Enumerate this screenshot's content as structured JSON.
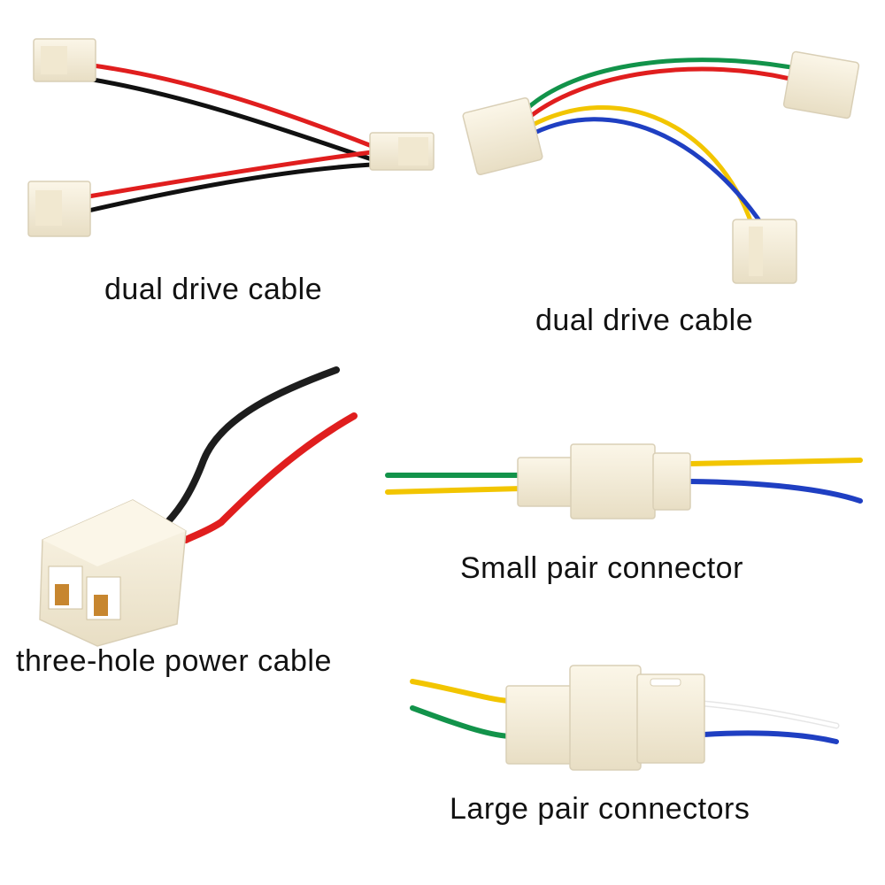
{
  "captions": {
    "dual_drive_1": "dual drive cable",
    "dual_drive_2": "dual drive cable",
    "three_hole": "three-hole power cable",
    "small_pair": "Small pair connector",
    "large_pair": "Large pair connectors"
  },
  "colors": {
    "background": "#ffffff",
    "connector": "#f6eed8",
    "connector_shade": "#e9dfc4",
    "wire_red": "#e01e1e",
    "wire_black": "#111111",
    "wire_green": "#12934a",
    "wire_yellow": "#f2c500",
    "wire_blue": "#1f3fc2",
    "wire_white": "#f4f4f4",
    "terminal": "#c7862f",
    "text": "#111111"
  }
}
